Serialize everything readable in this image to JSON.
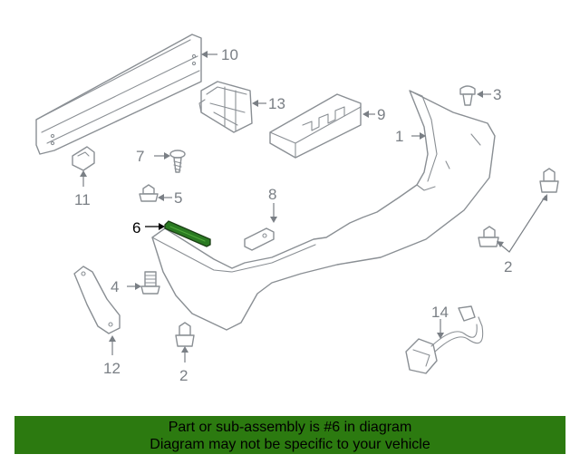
{
  "callouts": {
    "c1": "1",
    "c2a": "2",
    "c2b": "2",
    "c3": "3",
    "c4": "4",
    "c5": "5",
    "c6": "6",
    "c7": "7",
    "c8": "8",
    "c9": "9",
    "c10": "10",
    "c11": "11",
    "c12": "12",
    "c13": "13",
    "c14": "14"
  },
  "highlight": {
    "part_number": "6",
    "color": "#2a7a22"
  },
  "banner": {
    "line1": "Part or sub-assembly is #6 in diagram",
    "line2": "Diagram may not be specific to your vehicle",
    "background": "#2c7a10"
  }
}
